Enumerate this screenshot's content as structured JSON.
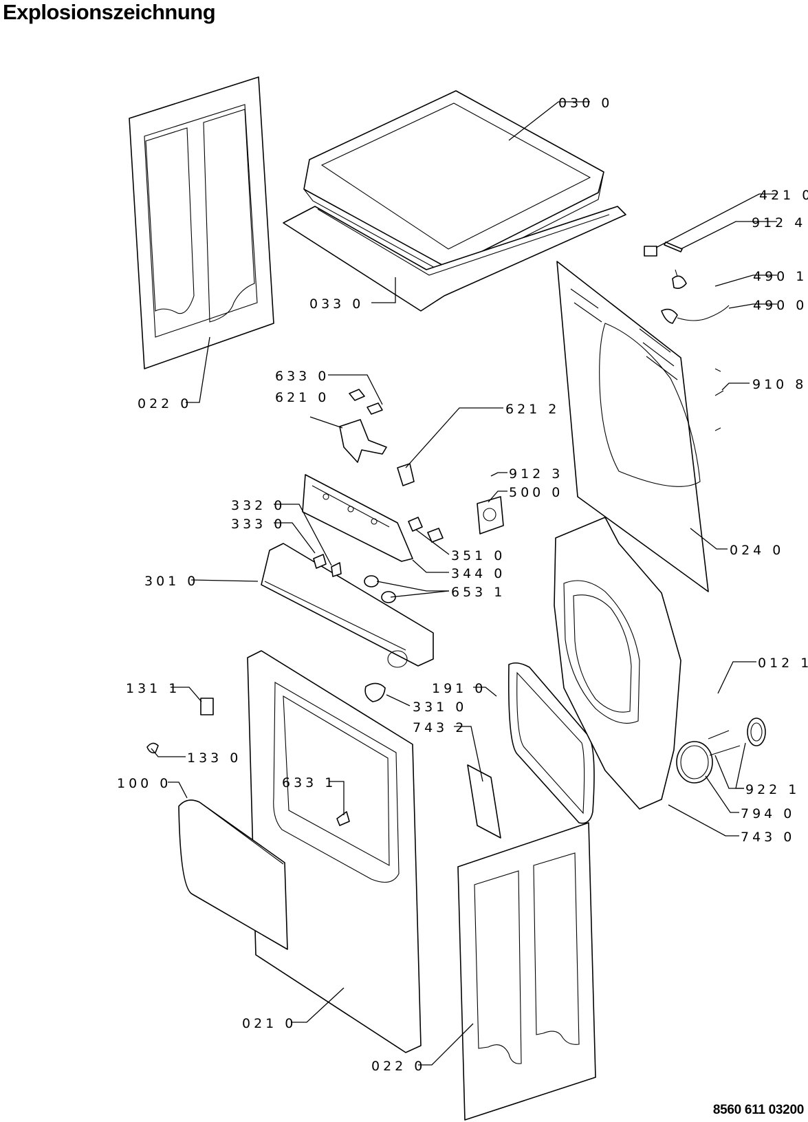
{
  "title": "Explosionszeichnung",
  "document_number": "8560 611 03200",
  "parts": [
    {
      "id": "030",
      "label": "030 0"
    },
    {
      "id": "421",
      "label": "421 0"
    },
    {
      "id": "912a",
      "label": "912 4"
    },
    {
      "id": "490a",
      "label": "490 1"
    },
    {
      "id": "490b",
      "label": "490 0"
    },
    {
      "id": "033",
      "label": "033 0"
    },
    {
      "id": "022a",
      "label": "022 0"
    },
    {
      "id": "633a",
      "label": "633 0"
    },
    {
      "id": "621a",
      "label": "621 0"
    },
    {
      "id": "621b",
      "label": "621 2"
    },
    {
      "id": "910",
      "label": "910 8"
    },
    {
      "id": "912b",
      "label": "912 3"
    },
    {
      "id": "500",
      "label": "500 0"
    },
    {
      "id": "332",
      "label": "332 0"
    },
    {
      "id": "333",
      "label": "333 0"
    },
    {
      "id": "351",
      "label": "351 0"
    },
    {
      "id": "024",
      "label": "024 0"
    },
    {
      "id": "344",
      "label": "344 0"
    },
    {
      "id": "301",
      "label": "301 0"
    },
    {
      "id": "653",
      "label": "653 1"
    },
    {
      "id": "012",
      "label": "012 1"
    },
    {
      "id": "131",
      "label": "131 1"
    },
    {
      "id": "191",
      "label": "191 0"
    },
    {
      "id": "331",
      "label": "331 0"
    },
    {
      "id": "743a",
      "label": "743 2"
    },
    {
      "id": "133",
      "label": "133 0"
    },
    {
      "id": "100",
      "label": "100 0"
    },
    {
      "id": "633b",
      "label": "633 1"
    },
    {
      "id": "922",
      "label": "922 1"
    },
    {
      "id": "794",
      "label": "794 0"
    },
    {
      "id": "743b",
      "label": "743 0"
    },
    {
      "id": "021",
      "label": "021 0"
    },
    {
      "id": "022b",
      "label": "022 0"
    }
  ]
}
